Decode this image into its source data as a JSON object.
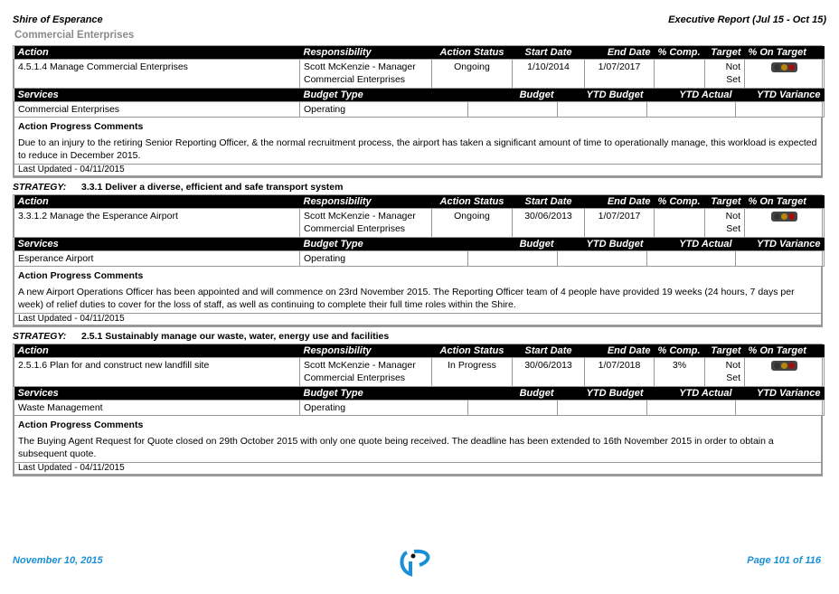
{
  "header": {
    "org": "Shire of Esperance",
    "report": "Executive Report (Jul 15 - Oct 15)"
  },
  "section": "Commercial Enterprises",
  "columns": {
    "action": "Action",
    "responsibility": "Responsibility",
    "status": "Action Status",
    "start": "Start Date",
    "end": "End Date",
    "comp": "% Comp.",
    "target": "Target",
    "on_target": "% On Target",
    "services": "Services",
    "budget_type": "Budget Type",
    "budget": "Budget",
    "ytd_budget": "YTD Budget",
    "ytd_actual": "YTD Actual",
    "ytd_variance": "YTD Variance",
    "comments_title": "Action Progress Comments"
  },
  "strategy_label": "STRATEGY:",
  "blocks": [
    {
      "strategy": "",
      "action": "4.5.1.4 Manage Commercial Enterprises",
      "resp1": "Scott McKenzie - Manager",
      "resp2": "Commercial Enterprises",
      "status": "Ongoing",
      "start": "1/10/2014",
      "end": "1/07/2017",
      "comp": "",
      "target": "Not Set",
      "service": "Commercial Enterprises",
      "budget_type": "Operating",
      "comment": "Due to an injury to the retiring Senior Reporting Officer, & the normal recruitment process, the airport has taken a significant amount of time to operationally manage, this workload is expected to reduce in December 2015.",
      "updated": "Last Updated - 04/11/2015"
    },
    {
      "strategy": "3.3.1 Deliver a diverse, efficient and safe transport system",
      "action": "3.3.1.2 Manage the Esperance Airport",
      "resp1": "Scott McKenzie - Manager",
      "resp2": "Commercial Enterprises",
      "status": "Ongoing",
      "start": "30/06/2013",
      "end": "1/07/2017",
      "comp": "",
      "target": "Not Set",
      "service": "Esperance Airport",
      "budget_type": "Operating",
      "comment": "A new Airport Operations Officer has been appointed and will commence on 23rd November 2015.  The Reporting Officer team of 4 people have provided 19 weeks (24 hours, 7 days per week) of relief duties to cover for the loss of staff, as well as continuing to complete their full time roles within the Shire.",
      "updated": "Last Updated - 04/11/2015"
    },
    {
      "strategy": "2.5.1 Sustainably manage our waste, water, energy use and facilities",
      "action": "2.5.1.6 Plan for and construct new landfill site",
      "resp1": "Scott McKenzie - Manager",
      "resp2": "Commercial Enterprises",
      "status": "In Progress",
      "start": "30/06/2013",
      "end": "1/07/2018",
      "comp": "3%",
      "target": "Not Set",
      "service": "Waste Management",
      "budget_type": "Operating",
      "comment": "The Buying Agent Request for Quote closed on 29th October 2015 with only one quote being received.  The deadline has been extended to 16th November 2015 in order to obtain a subsequent quote.",
      "updated": "Last Updated - 04/11/2015"
    }
  ],
  "footer": {
    "date": "November 10, 2015",
    "page": "Page 101 of 116"
  },
  "colors": {
    "accent": "#1a8fd6",
    "light_off": "#333",
    "light_amber": "#b8860b",
    "light_red": "#a01010"
  }
}
